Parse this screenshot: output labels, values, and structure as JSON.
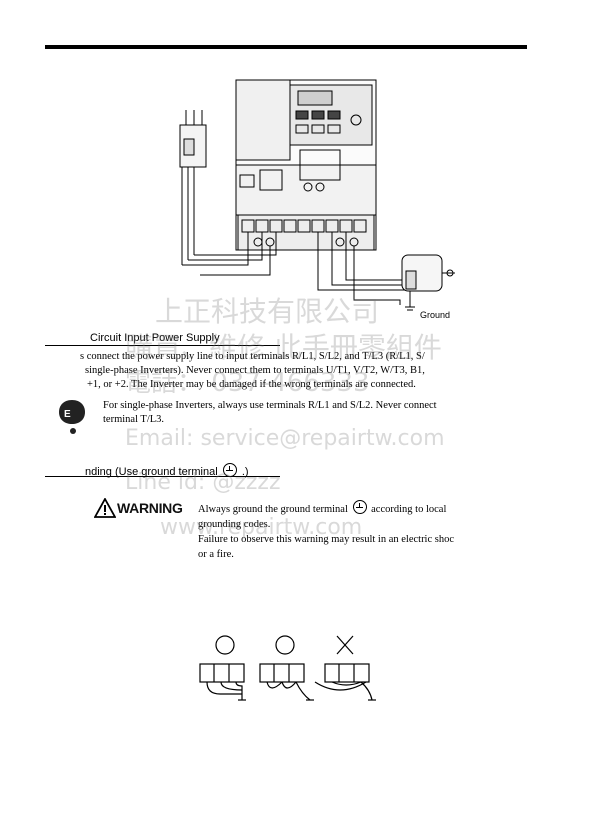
{
  "section1": {
    "heading": "Circuit Input Power Supply",
    "paragraph_lines": [
      "s connect the power supply line to input terminals R/L1, S/L2, and T/L3 (R/L1, S/",
      "single-phase Inverters). Never connect them to terminals U/T1, V/T2, W/T3, B1,",
      "+1, or +2. The Inverter may be damaged if the wrong terminals are connected."
    ]
  },
  "note": {
    "badge_letter": "E",
    "lines": [
      "For single-phase Inverters, always use terminals R/L1 and S/L2. Never connect",
      "terminal T/L3."
    ]
  },
  "section2": {
    "heading_before": "nding (Use ground terminal",
    "heading_after": ".)"
  },
  "warning": {
    "label": "WARNING",
    "line1_before": "Always ground the ground terminal",
    "line1_after": "according to local",
    "lines": [
      "grounding codes.",
      "Failure to observe this warning may result in an electric shoc",
      "or a fire."
    ]
  },
  "figure": {
    "ground_label": "Ground"
  },
  "watermark": {
    "line1": "上正科技有限公司",
    "line2": "購買、維修 此手冊零組件",
    "line3": "電話：  037-466333",
    "line4": "Email:     service@repairtw.com",
    "line5": "Line id:    @zzzz",
    "line6": "www.repairtw.com"
  }
}
